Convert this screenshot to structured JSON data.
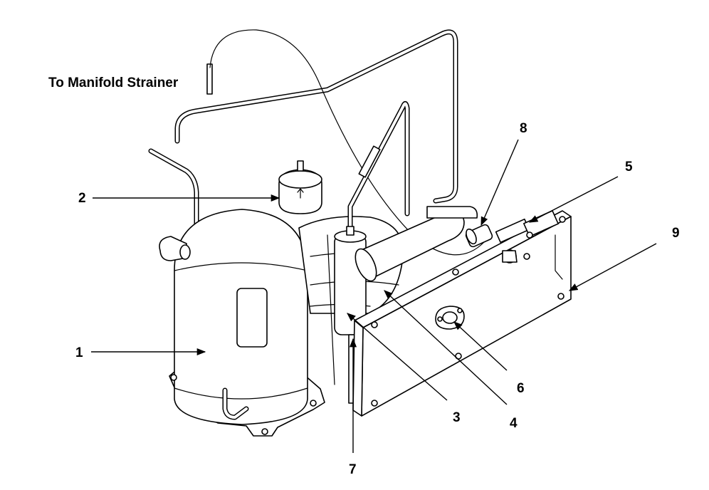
{
  "title": "To Manifold Strainer",
  "callouts": [
    {
      "id": "1",
      "label": "1"
    },
    {
      "id": "2",
      "label": "2"
    },
    {
      "id": "3",
      "label": "3"
    },
    {
      "id": "4",
      "label": "4"
    },
    {
      "id": "5",
      "label": "5"
    },
    {
      "id": "6",
      "label": "6"
    },
    {
      "id": "7",
      "label": "7"
    },
    {
      "id": "8",
      "label": "8"
    },
    {
      "id": "9",
      "label": "9"
    }
  ]
}
